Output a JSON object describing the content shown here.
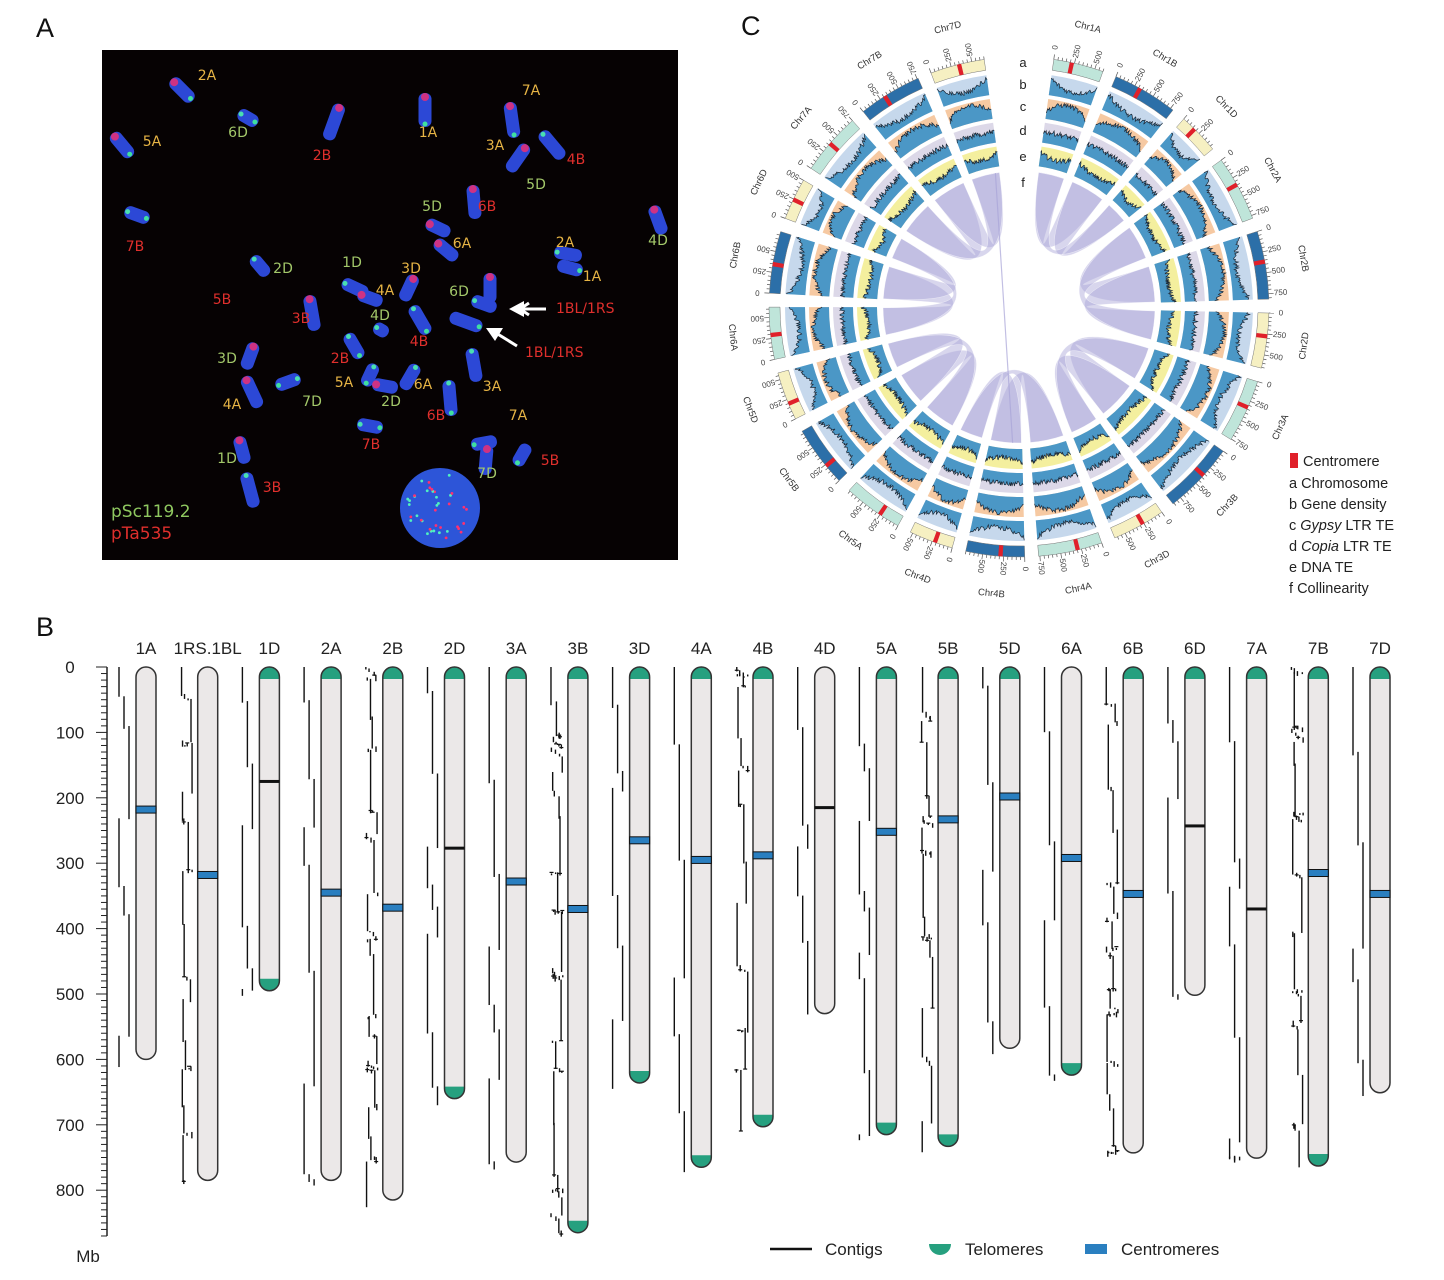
{
  "panel_labels": [
    "A",
    "B",
    "C"
  ],
  "panel_a": {
    "label_colors": {
      "yellow": "#e6b445",
      "red": "#df2f2c",
      "green": "#a3c86a"
    },
    "labels": [
      {
        "text": "2A",
        "color": "yellow"
      },
      {
        "text": "6D",
        "color": "green"
      },
      {
        "text": "5A",
        "color": "yellow"
      },
      {
        "text": "2B",
        "color": "red"
      },
      {
        "text": "1A",
        "color": "yellow"
      },
      {
        "text": "7A",
        "color": "yellow"
      },
      {
        "text": "3A",
        "color": "yellow"
      },
      {
        "text": "4B",
        "color": "red"
      },
      {
        "text": "5D",
        "color": "green"
      },
      {
        "text": "6B",
        "color": "red"
      },
      {
        "text": "5D",
        "color": "green"
      },
      {
        "text": "6A",
        "color": "yellow"
      },
      {
        "text": "7B",
        "color": "red"
      },
      {
        "text": "4D",
        "color": "green"
      },
      {
        "text": "2A",
        "color": "yellow"
      },
      {
        "text": "1A",
        "color": "yellow"
      },
      {
        "text": "2D",
        "color": "green"
      },
      {
        "text": "1D",
        "color": "green"
      },
      {
        "text": "3D",
        "color": "yellow"
      },
      {
        "text": "4A",
        "color": "yellow"
      },
      {
        "text": "6D",
        "color": "green"
      },
      {
        "text": "5B",
        "color": "red"
      },
      {
        "text": "3B",
        "color": "red"
      },
      {
        "text": "4D",
        "color": "green"
      },
      {
        "text": "4B",
        "color": "red"
      },
      {
        "text": "2B",
        "color": "red"
      },
      {
        "text": "3D",
        "color": "green"
      },
      {
        "text": "5A",
        "color": "yellow"
      },
      {
        "text": "6A",
        "color": "yellow"
      },
      {
        "text": "3A",
        "color": "yellow"
      },
      {
        "text": "4A",
        "color": "yellow"
      },
      {
        "text": "7D",
        "color": "green"
      },
      {
        "text": "2D",
        "color": "green"
      },
      {
        "text": "6B",
        "color": "red"
      },
      {
        "text": "7A",
        "color": "yellow"
      },
      {
        "text": "7B",
        "color": "red"
      },
      {
        "text": "1D",
        "color": "green"
      },
      {
        "text": "5B",
        "color": "red"
      },
      {
        "text": "7D",
        "color": "green"
      },
      {
        "text": "3B",
        "color": "red"
      }
    ],
    "arrow_labels": [
      "1BL/1RS",
      "1BL/1RS"
    ],
    "probes": [
      {
        "name": "pSc119.2",
        "color": "#8fc860"
      },
      {
        "name": "pTa535",
        "color": "#df2f2c"
      }
    ]
  },
  "panel_b": {
    "axis_label": "Mb",
    "axis_ticks": [
      "0",
      "100",
      "200",
      "300",
      "400",
      "500",
      "600",
      "700",
      "800"
    ],
    "colors": {
      "chromosome": "#ebe8e8",
      "telomere": "#26a07f",
      "centromere": "#2a7fc0",
      "contig": "#111111"
    },
    "chromosomes": [
      {
        "name": "1A",
        "length_mb": 600,
        "centromere_mb": 218,
        "telomere_top": false,
        "telomere_bottom": false
      },
      {
        "name": "1RS.1BL",
        "length_mb": 785,
        "centromere_mb": 318,
        "telomere_top": false,
        "telomere_bottom": false
      },
      {
        "name": "1D",
        "length_mb": 495,
        "centromere_mb": 175,
        "telomere_top": true,
        "telomere_bottom": true
      },
      {
        "name": "2A",
        "length_mb": 785,
        "centromere_mb": 345,
        "telomere_top": true,
        "telomere_bottom": false
      },
      {
        "name": "2B",
        "length_mb": 815,
        "centromere_mb": 368,
        "telomere_top": true,
        "telomere_bottom": false
      },
      {
        "name": "2D",
        "length_mb": 660,
        "centromere_mb": 277,
        "telomere_top": true,
        "telomere_bottom": true
      },
      {
        "name": "3A",
        "length_mb": 757,
        "centromere_mb": 328,
        "telomere_top": true,
        "telomere_bottom": false
      },
      {
        "name": "3B",
        "length_mb": 865,
        "centromere_mb": 370,
        "telomere_top": true,
        "telomere_bottom": true
      },
      {
        "name": "3D",
        "length_mb": 636,
        "centromere_mb": 265,
        "telomere_top": true,
        "telomere_bottom": true
      },
      {
        "name": "4A",
        "length_mb": 765,
        "centromere_mb": 295,
        "telomere_top": true,
        "telomere_bottom": true
      },
      {
        "name": "4B",
        "length_mb": 703,
        "centromere_mb": 288,
        "telomere_top": true,
        "telomere_bottom": true
      },
      {
        "name": "4D",
        "length_mb": 530,
        "centromere_mb": 215,
        "telomere_top": false,
        "telomere_bottom": false
      },
      {
        "name": "5A",
        "length_mb": 715,
        "centromere_mb": 252,
        "telomere_top": true,
        "telomere_bottom": true
      },
      {
        "name": "5B",
        "length_mb": 733,
        "centromere_mb": 233,
        "telomere_top": true,
        "telomere_bottom": true
      },
      {
        "name": "5D",
        "length_mb": 583,
        "centromere_mb": 198,
        "telomere_top": true,
        "telomere_bottom": false
      },
      {
        "name": "6A",
        "length_mb": 624,
        "centromere_mb": 292,
        "telomere_top": false,
        "telomere_bottom": true
      },
      {
        "name": "6B",
        "length_mb": 743,
        "centromere_mb": 347,
        "telomere_top": true,
        "telomere_bottom": false
      },
      {
        "name": "6D",
        "length_mb": 502,
        "centromere_mb": 243,
        "telomere_top": true,
        "telomere_bottom": false
      },
      {
        "name": "7A",
        "length_mb": 751,
        "centromere_mb": 370,
        "telomere_top": true,
        "telomere_bottom": false
      },
      {
        "name": "7B",
        "length_mb": 763,
        "centromere_mb": 315,
        "telomere_top": true,
        "telomere_bottom": true
      },
      {
        "name": "7D",
        "length_mb": 651,
        "centromere_mb": 347,
        "telomere_top": true,
        "telomere_bottom": false
      }
    ],
    "legend": [
      "Contigs",
      "Telomeres",
      "Centromeres"
    ]
  },
  "panel_c": {
    "colors": {
      "A": "#bfe5da",
      "B": "#2c6fa8",
      "D": "#f6f0c2",
      "centromere": "#e0202a",
      "link": "#a9a5d8",
      "track_fill": "#4b97c6"
    },
    "track_backgrounds": [
      "#c6d8ec",
      "#f6c9a2",
      "#dcd8e8",
      "#f4ef9e"
    ],
    "track_letters": [
      "a",
      "b",
      "c",
      "d",
      "e",
      "f"
    ],
    "tick_labels": [
      "0",
      "250",
      "500",
      "750"
    ],
    "chromosomes": [
      {
        "name": "Chr1A",
        "genome": "A",
        "length_mb": 600,
        "centromere_mb": 218
      },
      {
        "name": "Chr1B",
        "genome": "B",
        "length_mb": 785,
        "centromere_mb": 318
      },
      {
        "name": "Chr1D",
        "genome": "D",
        "length_mb": 495,
        "centromere_mb": 175
      },
      {
        "name": "Chr2A",
        "genome": "A",
        "length_mb": 785,
        "centromere_mb": 345
      },
      {
        "name": "Chr2B",
        "genome": "B",
        "length_mb": 815,
        "centromere_mb": 368
      },
      {
        "name": "Chr2D",
        "genome": "D",
        "length_mb": 660,
        "centromere_mb": 277
      },
      {
        "name": "Chr3A",
        "genome": "A",
        "length_mb": 757,
        "centromere_mb": 328
      },
      {
        "name": "Chr3B",
        "genome": "B",
        "length_mb": 865,
        "centromere_mb": 370
      },
      {
        "name": "Chr3D",
        "genome": "D",
        "length_mb": 636,
        "centromere_mb": 265
      },
      {
        "name": "Chr4A",
        "genome": "A",
        "length_mb": 765,
        "centromere_mb": 295
      },
      {
        "name": "Chr4B",
        "genome": "B",
        "length_mb": 703,
        "centromere_mb": 288
      },
      {
        "name": "Chr4D",
        "genome": "D",
        "length_mb": 530,
        "centromere_mb": 215
      },
      {
        "name": "Chr5A",
        "genome": "A",
        "length_mb": 715,
        "centromere_mb": 252
      },
      {
        "name": "Chr5B",
        "genome": "B",
        "length_mb": 733,
        "centromere_mb": 233
      },
      {
        "name": "Chr5D",
        "genome": "D",
        "length_mb": 583,
        "centromere_mb": 198
      },
      {
        "name": "Chr6A",
        "genome": "A",
        "length_mb": 624,
        "centromere_mb": 292
      },
      {
        "name": "Chr6B",
        "genome": "B",
        "length_mb": 743,
        "centromere_mb": 347
      },
      {
        "name": "Chr6D",
        "genome": "D",
        "length_mb": 502,
        "centromere_mb": 243
      },
      {
        "name": "Chr7A",
        "genome": "A",
        "length_mb": 751,
        "centromere_mb": 370
      },
      {
        "name": "Chr7B",
        "genome": "B",
        "length_mb": 763,
        "centromere_mb": 315
      },
      {
        "name": "Chr7D",
        "genome": "D",
        "length_mb": 651,
        "centromere_mb": 347
      }
    ],
    "legend": {
      "centromere": "Centromere",
      "items": [
        {
          "letter": "a",
          "italic": "",
          "text": "Chromosome"
        },
        {
          "letter": "b",
          "italic": "",
          "text": "Gene density"
        },
        {
          "letter": "c",
          "italic": "Gypsy",
          "text": " LTR TE"
        },
        {
          "letter": "d",
          "italic": "Copia",
          "text": " LTR TE"
        },
        {
          "letter": "e",
          "italic": "",
          "text": "DNA TE"
        },
        {
          "letter": "f",
          "italic": "",
          "text": "Collinearity"
        }
      ]
    }
  }
}
